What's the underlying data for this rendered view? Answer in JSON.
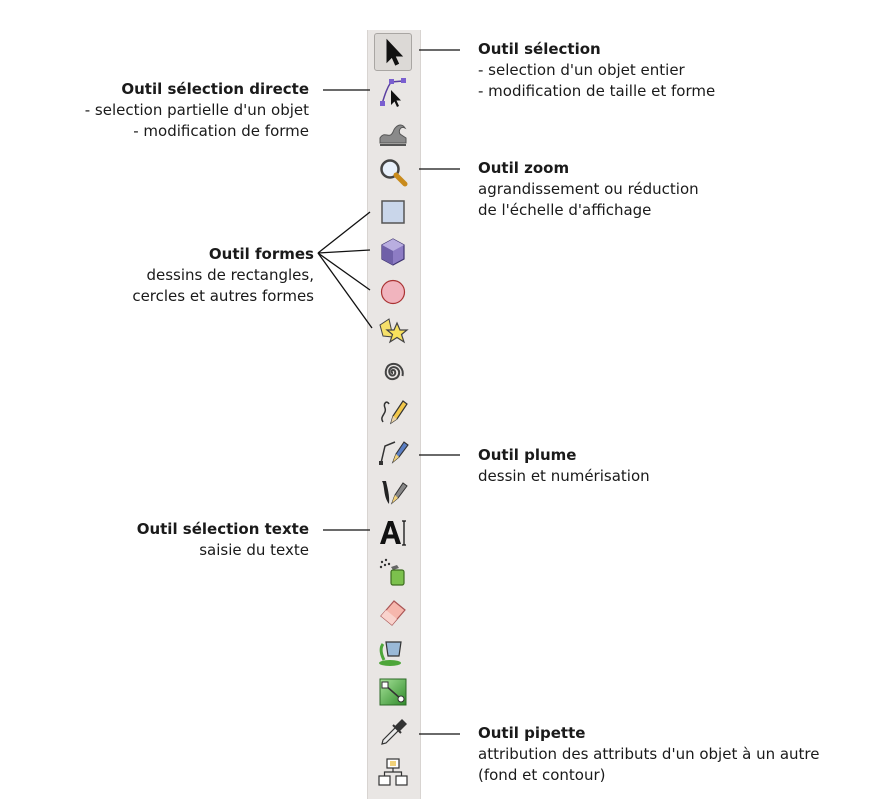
{
  "toolbar": {
    "tools": [
      {
        "name": "selection-tool",
        "icon": "arrow-cursor-icon",
        "active": true
      },
      {
        "name": "direct-selection-tool",
        "icon": "node-edit-icon"
      },
      {
        "name": "tweak-tool",
        "icon": "wave-icon"
      },
      {
        "name": "zoom-tool",
        "icon": "magnifier-icon"
      },
      {
        "name": "rectangle-tool",
        "icon": "square-icon"
      },
      {
        "name": "3d-box-tool",
        "icon": "cube-icon"
      },
      {
        "name": "ellipse-tool",
        "icon": "circle-icon"
      },
      {
        "name": "star-tool",
        "icon": "star-icon"
      },
      {
        "name": "spiral-tool",
        "icon": "spiral-icon"
      },
      {
        "name": "pencil-tool",
        "icon": "pencil-icon"
      },
      {
        "name": "pen-tool",
        "icon": "bezier-pen-icon"
      },
      {
        "name": "calligraphy-tool",
        "icon": "calligraphy-icon"
      },
      {
        "name": "text-tool",
        "icon": "text-a-icon"
      },
      {
        "name": "spray-tool",
        "icon": "spray-icon"
      },
      {
        "name": "eraser-tool",
        "icon": "eraser-icon"
      },
      {
        "name": "paint-bucket-tool",
        "icon": "bucket-icon"
      },
      {
        "name": "gradient-tool",
        "icon": "gradient-icon"
      },
      {
        "name": "dropper-tool",
        "icon": "pipette-icon"
      },
      {
        "name": "connector-tool",
        "icon": "connector-icon"
      }
    ]
  },
  "annotations": {
    "selection": {
      "title": "Outil sélection",
      "lines": [
        "- selection d'un objet entier",
        "- modification de taille et forme"
      ]
    },
    "direct_selection": {
      "title": "Outil sélection directe",
      "lines": [
        "- selection partielle d'un objet",
        "- modification de forme"
      ]
    },
    "zoom": {
      "title": "Outil zoom",
      "lines": [
        "agrandissement ou réduction",
        "de l'échelle d'affichage"
      ]
    },
    "shapes": {
      "title": "Outil formes",
      "lines": [
        "dessins de rectangles,",
        "cercles et autres formes"
      ]
    },
    "pen": {
      "title": "Outil plume",
      "lines": [
        "dessin et numérisation"
      ]
    },
    "text": {
      "title": "Outil sélection texte",
      "lines": [
        "saisie du texte"
      ]
    },
    "dropper": {
      "title": "Outil pipette",
      "lines": [
        "attribution des attributs d'un objet à un autre",
        "(fond et contour)"
      ]
    }
  }
}
